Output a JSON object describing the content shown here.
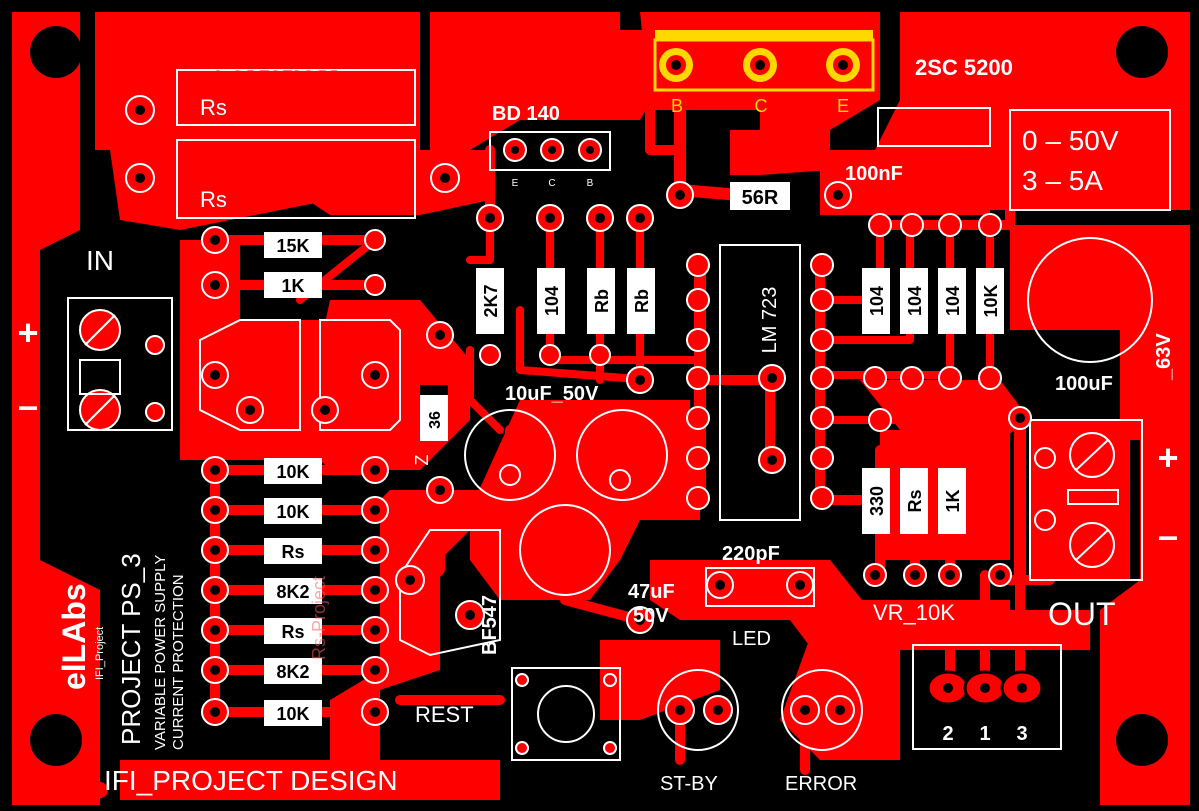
{
  "colors": {
    "copper": "#ff0000",
    "background": "#000000",
    "silkscreen": "#ffffff",
    "top_layer": "#ffd800"
  },
  "header_mirror": {
    "line1": "VARIABLE POWER SUPPLY",
    "line2": "IFI_PROJECT DESIGN",
    "line3": "PROJECT PS_3"
  },
  "rs_top": "Rs",
  "rs_big": "Rs",
  "transistor_top": {
    "name": "2SC 5200",
    "pins": [
      "B",
      "C",
      "E"
    ]
  },
  "bd140": {
    "name": "BD 140",
    "pins": [
      "E",
      "C",
      "B"
    ]
  },
  "r_56": "56R",
  "cap_100nf": "100nF",
  "spec": {
    "voltage": "0 – 50V",
    "current": "3 – 5A"
  },
  "in_label": "IN",
  "out_label": "OUT",
  "plus": "+",
  "minus": "–",
  "left_resistors": [
    "15K",
    "1K"
  ],
  "mid_resistors": [
    "2K7",
    "104",
    "Rb",
    "Rb"
  ],
  "right_resistors": [
    "104",
    "104",
    "104",
    "10K"
  ],
  "lower_right_resistors": [
    "330",
    "Rs",
    "1K"
  ],
  "ic": "LM 723",
  "cap_10uf": "10uF_50V",
  "cap_100uf": "100uF",
  "cap_100uf_voltage": "_63V",
  "zener": {
    "value": "36",
    "label": "Z"
  },
  "column_resistors": [
    "10K",
    "10K",
    "Rs",
    "8K2",
    "Rs",
    "8K2",
    "10K"
  ],
  "cap_220pf": "220pF",
  "cap_47uf": {
    "line1": "47uF",
    "line2": "50V"
  },
  "bf547": "BF547",
  "led": "LED",
  "vr": "VR_10K",
  "vr_pins": [
    "2",
    "1",
    "3"
  ],
  "rest": "REST",
  "stby": "ST-BY",
  "error": "ERROR",
  "brand": {
    "logo": "elLAbs",
    "sub": "IFI_Project",
    "project": "PROJECT PS_3",
    "desc1": "VARIABLE POWER SUPPLY",
    "desc2": "CURRENT PROTECTION",
    "ghost": "Rs-Project"
  },
  "footer": "IFI_PROJECT DESIGN"
}
